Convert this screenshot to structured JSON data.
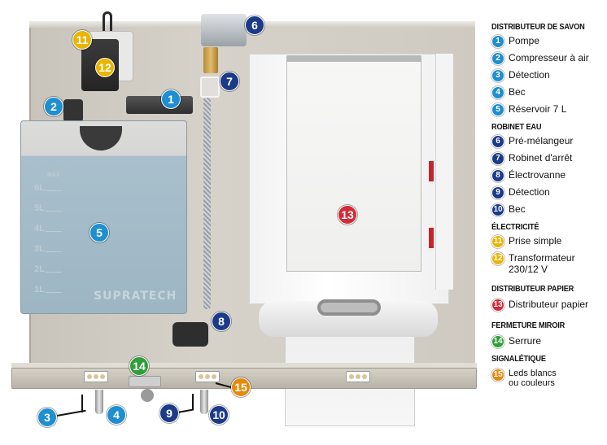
{
  "colors": {
    "soap": "#1e8fd0",
    "water": "#1b3a8a",
    "electric": "#e8b500",
    "paper": "#d42b36",
    "lock": "#2f9f3a",
    "signal": "#e58a0c"
  },
  "tank": {
    "brand": "SUPRATECH",
    "max_label": "MAX",
    "graduations": [
      "6L",
      "5L",
      "4L",
      "3L",
      "2L",
      "1L"
    ]
  },
  "callouts": [
    {
      "n": "1",
      "group": "soap"
    },
    {
      "n": "2",
      "group": "soap"
    },
    {
      "n": "3",
      "group": "soap"
    },
    {
      "n": "4",
      "group": "soap"
    },
    {
      "n": "5",
      "group": "soap"
    },
    {
      "n": "6",
      "group": "water"
    },
    {
      "n": "7",
      "group": "water"
    },
    {
      "n": "8",
      "group": "water"
    },
    {
      "n": "9",
      "group": "water"
    },
    {
      "n": "10",
      "group": "water"
    },
    {
      "n": "11",
      "group": "electric"
    },
    {
      "n": "12",
      "group": "electric"
    },
    {
      "n": "13",
      "group": "paper"
    },
    {
      "n": "14",
      "group": "lock"
    },
    {
      "n": "15",
      "group": "signal"
    }
  ],
  "legend": {
    "soap": {
      "title": "DISTRIBUTEUR DE SAVON",
      "items": [
        {
          "n": "1",
          "label": "Pompe"
        },
        {
          "n": "2",
          "label": "Compresseur à air"
        },
        {
          "n": "3",
          "label": "Détection"
        },
        {
          "n": "4",
          "label": "Bec"
        },
        {
          "n": "5",
          "label": "Réservoir 7 L"
        }
      ]
    },
    "water": {
      "title": "ROBINET EAU",
      "items": [
        {
          "n": "6",
          "label": "Pré-mélangeur"
        },
        {
          "n": "7",
          "label": "Robinet d'arrêt"
        },
        {
          "n": "8",
          "label": "Électrovanne"
        },
        {
          "n": "9",
          "label": "Détection"
        },
        {
          "n": "10",
          "label": "Bec"
        }
      ]
    },
    "electric": {
      "title": "ÉLECTRICITÉ",
      "items": [
        {
          "n": "11",
          "label": "Prise simple"
        },
        {
          "n": "12",
          "label": "Transformateur",
          "label2": "230/12 V"
        }
      ]
    },
    "paper": {
      "title": "DISTRIBUTEUR PAPIER",
      "items": [
        {
          "n": "13",
          "label": "Distributeur papier"
        }
      ]
    },
    "lock": {
      "title": "FERMETURE MIROIR",
      "items": [
        {
          "n": "14",
          "label": "Serrure"
        }
      ]
    },
    "signal": {
      "title": "SIGNALÉTIQUE",
      "items": [
        {
          "n": "15",
          "label": "Leds blancs",
          "label2": "ou couleurs"
        }
      ]
    }
  }
}
